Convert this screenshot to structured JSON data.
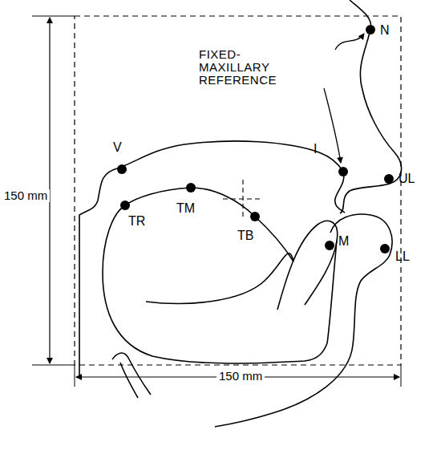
{
  "diagram": {
    "labels": [
      "N",
      "FIXED- MAXILLARY REFERENCE",
      "I",
      "UL",
      "V",
      "TM",
      "TR",
      "TB",
      "M",
      "LL",
      "150 mm",
      "150 mm"
    ]
  }
}
